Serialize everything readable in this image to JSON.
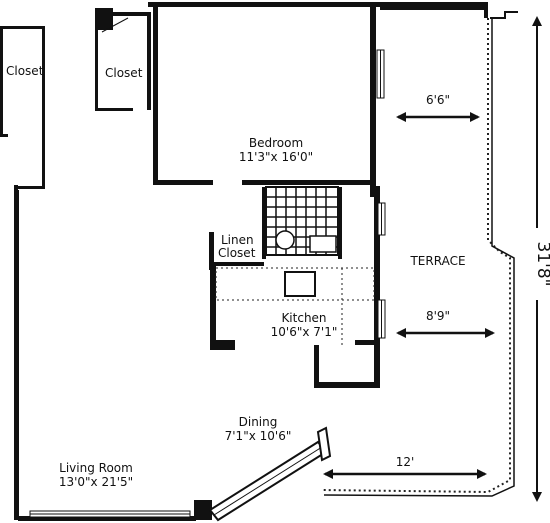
{
  "rooms": {
    "closet_left": "Closet",
    "closet_right": "Closet",
    "bedroom_name": "Bedroom",
    "bedroom_size": "11'3\"x 16'0\"",
    "linen_line1": "Linen",
    "linen_line2": "Closet",
    "kitchen_name": "Kitchen",
    "kitchen_size": "10'6\"x 7'1\"",
    "dining_name": "Dining",
    "dining_size": "7'1\"x 10'6\"",
    "living_name": "Living Room",
    "living_size": "13'0\"x 21'5\"",
    "terrace_name": "TERRACE"
  },
  "dimensions": {
    "terrace_top_width": "6'6\"",
    "terrace_mid_width": "8'9\"",
    "terrace_bottom_width": "12'",
    "terrace_length": "31'8\""
  }
}
